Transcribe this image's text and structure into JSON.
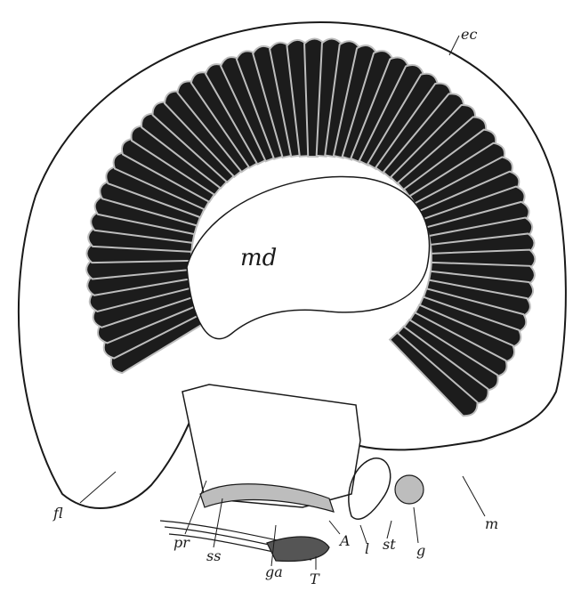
{
  "figure": {
    "center_label": "md",
    "labels": {
      "ec": "ec",
      "fl": "fl",
      "pr": "pr",
      "ss": "ss",
      "ga": "ga",
      "T": "T",
      "A": "A",
      "l": "l",
      "st": "st",
      "g": "g",
      "m": "m"
    }
  },
  "colors": {
    "ink": "#1a1a1a",
    "segment_fill": "#1c1c1c",
    "segment_rim": "#bdbdbd",
    "paper": "#ffffff"
  }
}
